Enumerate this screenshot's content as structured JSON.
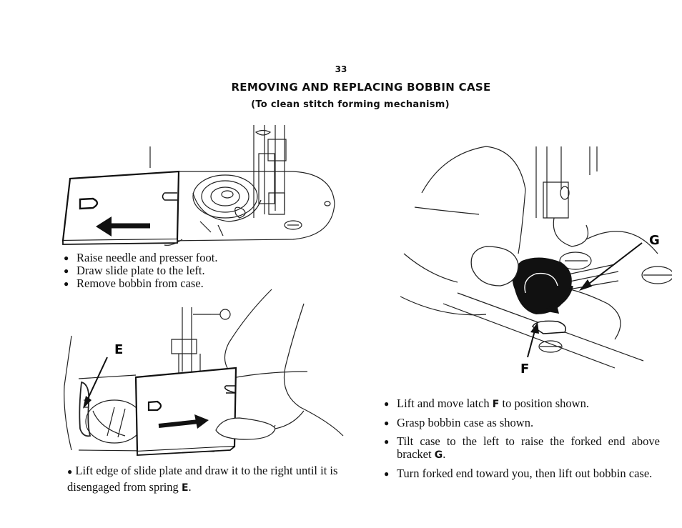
{
  "page_number": "33",
  "title": "REMOVING AND REPLACING BOBBIN CASE",
  "subtitle": "(To clean stitch forming mechanism)",
  "illustrations": {
    "top_left": {
      "labels": []
    },
    "bottom_left": {
      "labels": [
        "E"
      ]
    },
    "right": {
      "labels": [
        "G",
        "F"
      ]
    }
  },
  "steps_top_left": [
    "Raise needle and presser foot.",
    "Draw slide plate to the left.",
    "Remove bobbin from case."
  ],
  "step_bottom_left": {
    "text": "Lift edge of slide plate and draw it to the right until it is disengaged from spring",
    "ref": "E",
    "end": "."
  },
  "steps_right": [
    {
      "text": "Lift and move latch",
      "ref": "F",
      "after": "to position shown."
    },
    {
      "text": "Grasp bobbin case as shown.",
      "ref": "",
      "after": ""
    },
    {
      "text": "Tilt case to the left to raise the forked end above bracket",
      "ref": "G",
      "after": "."
    },
    {
      "text": "Turn forked end toward you, then lift out bobbin case.",
      "ref": "",
      "after": ""
    }
  ]
}
